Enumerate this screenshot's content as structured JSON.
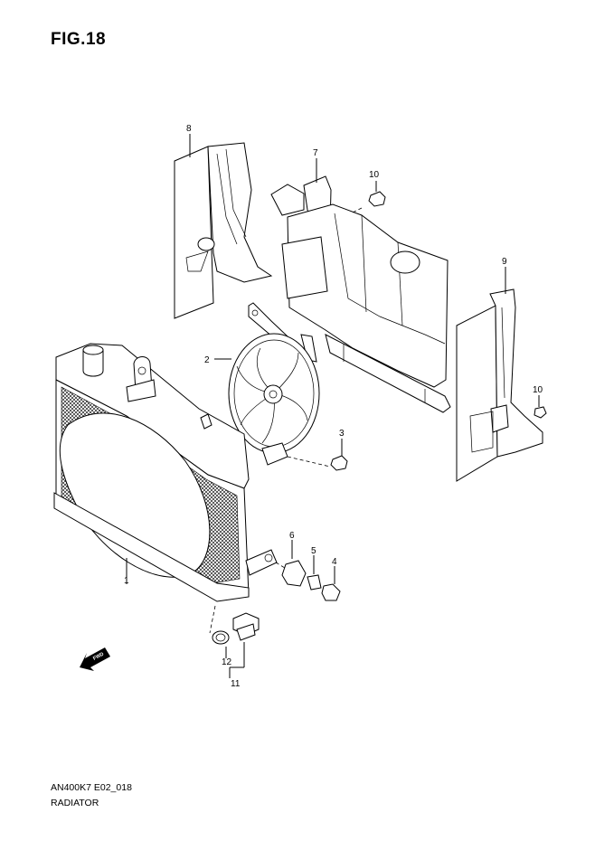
{
  "figure": {
    "title": "FIG.18"
  },
  "footer": {
    "code": "AN400K7 E02_018",
    "name": "RADIATOR"
  },
  "callouts": [
    "1",
    "2",
    "3",
    "4",
    "5",
    "6",
    "7",
    "8",
    "9",
    "10",
    "10",
    "11",
    "12"
  ],
  "direction_badge": "FWD"
}
